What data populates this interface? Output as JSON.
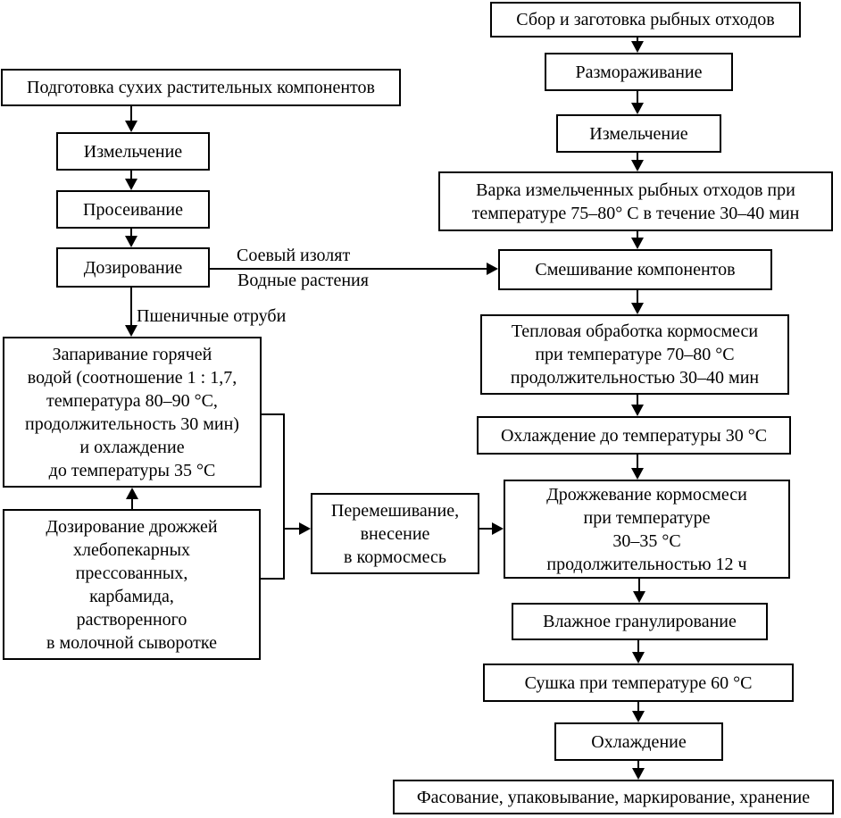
{
  "colors": {
    "line": "#000000",
    "box_background": "#ffffff",
    "page_background": "#ffffff"
  },
  "nodes": {
    "podgotovka": "Подготовка сухих растительных компонентов",
    "izmelchenie_left": "Измельчение",
    "proseivanie": "Просеивание",
    "dozirovanie": "Дозирование",
    "zaparivanie": "Запаривание горячей\nводой (соотношение 1 : 1,7,\nтемпература 80–90 °С,\nпродолжительность 30 мин)\nи охлаждение\nдо температуры 35 °С",
    "dozirovanie_drozhzhey": "Дозирование дрожжей\nхлебопекарных\nпрессованных,\nкарбамида,\nрастворенного\nв молочной сыворотке",
    "peremeshivanie": "Перемешивание,\nвнесение\nв кормосмесь",
    "sbor": "Сбор и заготовка рыбных отходов",
    "razmorazhivanie": "Размораживание",
    "izmelchenie_right": "Измельчение",
    "varka": "Варка измельченных рыбных отходов при\nтемпературе 75–80° С в течение 30–40 мин",
    "smeshivanie": "Смешивание компонентов",
    "teplovaya": "Тепловая обработка кормосмеси\nпри температуре 70–80 °С\nпродолжительностью 30–40 мин",
    "ohlazhdenie_30": "Охлаждение до температуры 30 °С",
    "drozhzhevanie": "Дрожжевание кормосмеси\nпри температуре\n30–35 °С\nпродолжительностью 12 ч",
    "vlazhnoe_granulirovanie": "Влажное гранулирование",
    "sushka": "Сушка при температуре 60 °С",
    "ohlazhdenie_final": "Охлаждение",
    "fasovanie": "Фасование, упаковывание, маркирование, хранение"
  },
  "edge_labels": {
    "soevyj_izolyat": "Соевый изолят",
    "vodnye_rasteniya": "Водные растения",
    "pshenichnye_otrubi": "Пшеничные отруби"
  }
}
